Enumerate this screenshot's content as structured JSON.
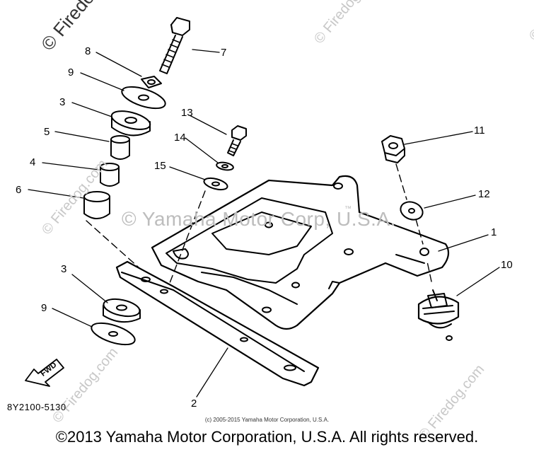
{
  "watermark": {
    "center": "© Yamaha Motor Corp, U.S.A.",
    "corner": "© Firedog.com",
    "tm": "™"
  },
  "callouts": {
    "c1": "1",
    "c2": "2",
    "c3a": "3",
    "c3b": "3",
    "c4": "4",
    "c5": "5",
    "c6": "6",
    "c7": "7",
    "c8": "8",
    "c9a": "9",
    "c9b": "9",
    "c10": "10",
    "c11": "11",
    "c12": "12",
    "c13": "13",
    "c14": "14",
    "c15": "15"
  },
  "fwd_label": "FWD",
  "part_code": "8Y2100-5130",
  "fine_credit": "(c) 2005-2015 Yamaha Motor Corporation, U.S.A.",
  "copyright": "©2013 Yamaha Motor Corporation, U.S.A. All rights reserved."
}
